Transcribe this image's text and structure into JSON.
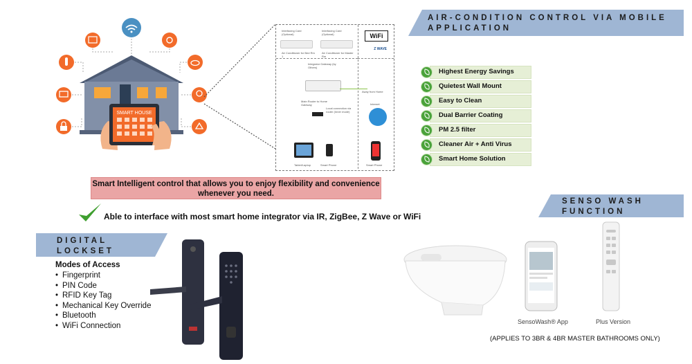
{
  "air_condition": {
    "banner_line1": "AIR-CONDITION CONTROL VIA MOBILE",
    "banner_line2": "APPLICATION",
    "features": [
      "Highest Energy Savings",
      "Quietest Wall Mount",
      "Easy to Clean",
      "Dual Barrier Coating",
      "PM 2.5 filter",
      "Cleaner Air + Anti Virus",
      "Smart Home Solution"
    ]
  },
  "smart_house": {
    "tablet_label": "SMART HOUSE",
    "caption_line1": "Smart Intelligent control that allows you to enjoy flexibility and convenience",
    "caption_line2": "whenever you need."
  },
  "diagram": {
    "card1": "Interfacing Card (Optional)",
    "card2": "Interfacing Card (Optional)",
    "ac1": "Air Conditioner for Bed Rm 1",
    "ac2": "Air Conditioner for Master Rm",
    "gateway": "Integrator Gateway (by Others)",
    "router": "Main Router to Home Gateway",
    "local": "Local connection via router (Inner mode)",
    "away": "Away from Home",
    "internet": "Internet",
    "tablet": "Tablet/Laptop",
    "phone": "Smart Phone",
    "phone2": "Smart Phone",
    "wifi_badge": "WiFi",
    "zwave_badge": "Z WAVE"
  },
  "interface": {
    "text": "Able to interface with most smart home integrator via IR, ZigBee, Z Wave or WiFi"
  },
  "lockset": {
    "banner_line1": "DIGITAL",
    "banner_line2": "LOCKSET",
    "modes_title": "Modes of Access",
    "modes": [
      "Fingerprint",
      "PIN Code",
      "RFID Key Tag",
      "Mechanical Key Override",
      "Bluetooth",
      "WiFi Connection"
    ]
  },
  "senso": {
    "banner_line1": "SENSO WASH",
    "banner_line2": "FUNCTION",
    "app_caption": "SensoWash® App",
    "plus_caption": "Plus Version",
    "applies_note": "(APPLIES TO 3BR & 4BR MASTER BATHROOMS ONLY)"
  },
  "colors": {
    "banner": "#9fb6d4",
    "feature_bg": "#e6efd6",
    "leaf_green": "#4aa23a",
    "caption_bg": "#eaa5a5",
    "icon_orange": "#f26b2a",
    "icon_blue": "#4a90c2"
  }
}
